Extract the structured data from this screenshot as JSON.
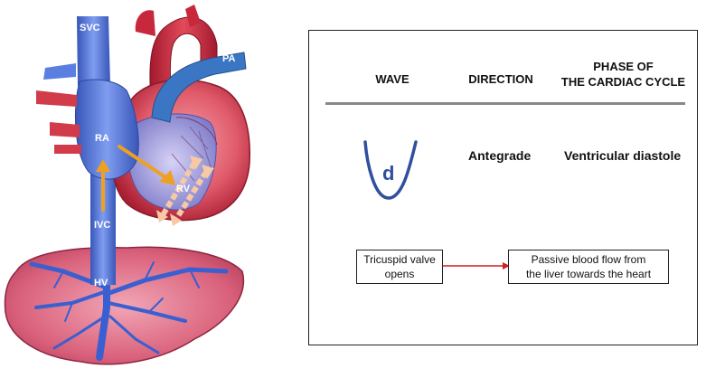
{
  "labels": {
    "svc": "SVC",
    "pa": "PA",
    "ra": "RA",
    "rv": "RV",
    "ivc": "IVC",
    "hv": "HV"
  },
  "table": {
    "headers": {
      "wave": "WAVE",
      "direction": "DIRECTION",
      "phase_line1": "PHASE OF",
      "phase_line2": "THE CARDIAC CYCLE"
    },
    "row": {
      "wave_letter": "d",
      "direction": "Antegrade",
      "phase": "Ventricular diastole"
    }
  },
  "flow": {
    "left_line1": "Tricuspid valve",
    "left_line2": "opens",
    "right_line1": "Passive blood flow from",
    "right_line2": "the liver towards the heart"
  },
  "colors": {
    "vein_blue": "#4a6fd4",
    "artery_red": "#c8283c",
    "liver_pink": "#d9607a",
    "arrow_orange": "#f0a020",
    "connector_red": "#d21f1f",
    "wave_blue": "#2f4f9f"
  }
}
